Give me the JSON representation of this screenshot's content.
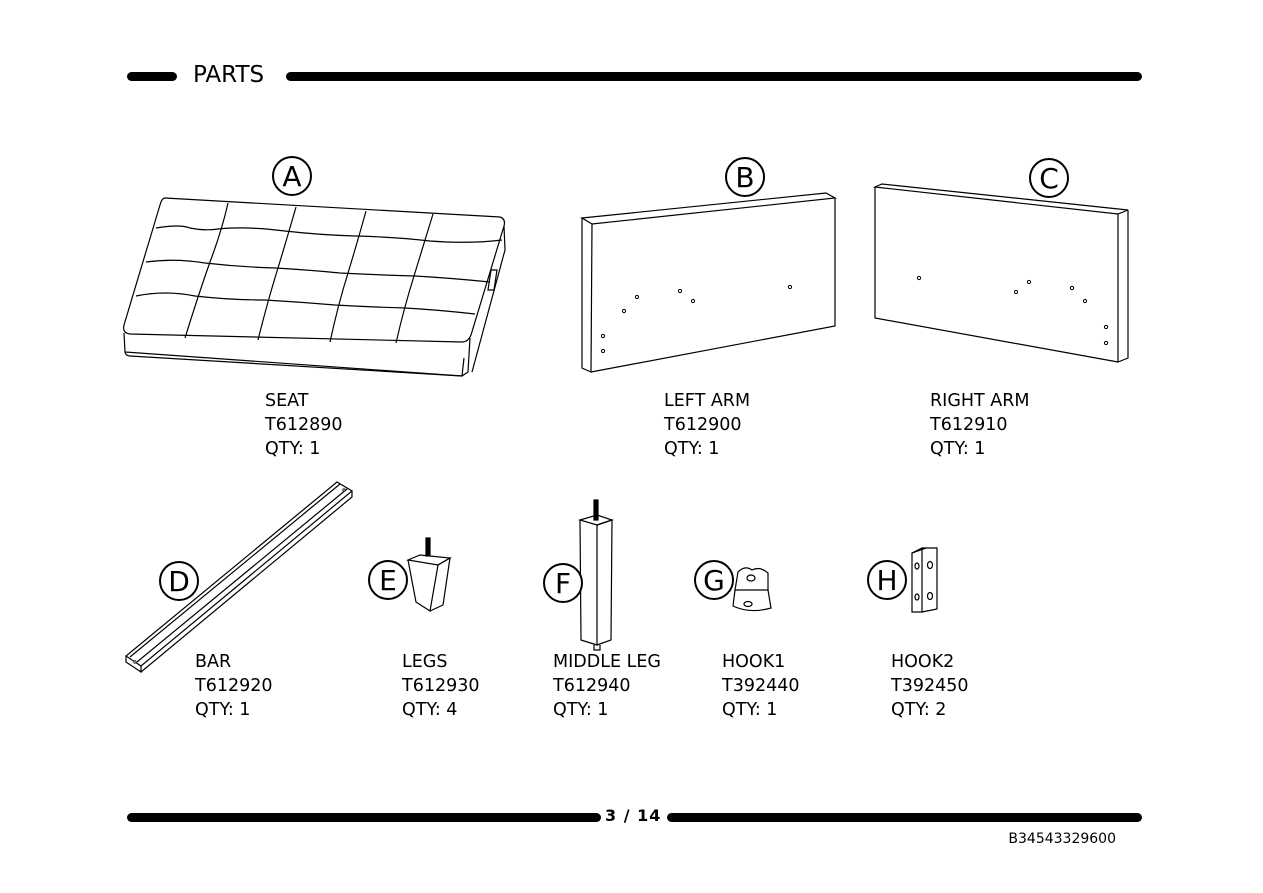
{
  "header": {
    "title": "PARTS"
  },
  "parts": [
    {
      "letter": "A",
      "name": "SEAT",
      "code": "T612890",
      "qty": "QTY: 1"
    },
    {
      "letter": "B",
      "name": "LEFT ARM",
      "code": "T612900",
      "qty": "QTY: 1"
    },
    {
      "letter": "C",
      "name": "RIGHT ARM",
      "code": "T612910",
      "qty": "QTY: 1"
    },
    {
      "letter": "D",
      "name": "BAR",
      "code": "T612920",
      "qty": "QTY: 1"
    },
    {
      "letter": "E",
      "name": "LEGS",
      "code": "T612930",
      "qty": "QTY: 4"
    },
    {
      "letter": "F",
      "name": "MIDDLE LEG",
      "code": "T612940",
      "qty": "QTY: 1"
    },
    {
      "letter": "G",
      "name": "HOOK1",
      "code": "T392440",
      "qty": "QTY: 1"
    },
    {
      "letter": "H",
      "name": "HOOK2",
      "code": "T392450",
      "qty": "QTY: 2"
    }
  ],
  "footer": {
    "page": "3 / 14",
    "doc_code": "B34543329600"
  }
}
